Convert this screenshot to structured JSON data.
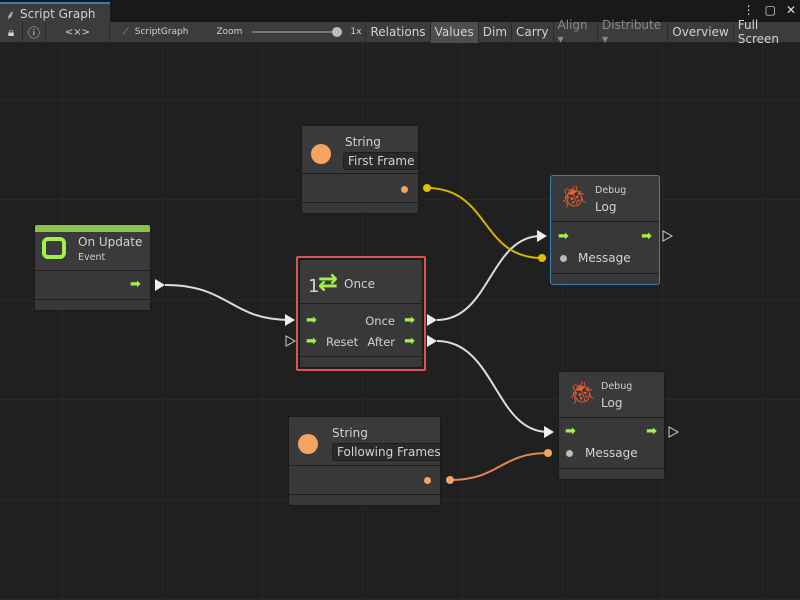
{
  "window": {
    "tab_title": "Script Graph",
    "tab_icon": "hierarchy-icon",
    "menu_icon": "kebab-menu-icon",
    "maximize_icon": "maximize-icon",
    "close_icon": "close-icon"
  },
  "toolbar": {
    "lock_icon": "lock-icon",
    "info_icon": "info-icon",
    "code_label": "<×>",
    "graph_name": "ScriptGraph",
    "zoom_label": "Zoom",
    "zoom_value": "1x",
    "zoom_level": 1.0,
    "buttons": [
      {
        "label": "Relations",
        "active": false
      },
      {
        "label": "Values",
        "active": true
      },
      {
        "label": "Dim",
        "active": false
      },
      {
        "label": "Carry",
        "active": false
      },
      {
        "label": "Align ▾",
        "disabled": true
      },
      {
        "label": "Distribute ▾",
        "disabled": true
      },
      {
        "label": "Overview"
      },
      {
        "label": "Full Screen"
      }
    ]
  },
  "nodes": {
    "string1": {
      "title": "String",
      "value": "First Frame"
    },
    "on_update": {
      "title": "On Update",
      "subtitle": "Event",
      "accent": "#8bc34a"
    },
    "once": {
      "title": "Once",
      "badge": "1",
      "out_once": "Once",
      "in_reset": "Reset",
      "out_after": "After",
      "selected_color": "#e05252"
    },
    "debug1": {
      "category": "Debug",
      "title": "Log",
      "message": "Message"
    },
    "debug2": {
      "category": "Debug",
      "title": "Log",
      "message": "Message"
    },
    "string2": {
      "title": "String",
      "value": "Following Frames"
    }
  },
  "colors": {
    "flow": "#a4f04a",
    "string_port": "#f4a460",
    "string_value_wire": "#e0c000",
    "debug_icon": "#f05a30"
  }
}
